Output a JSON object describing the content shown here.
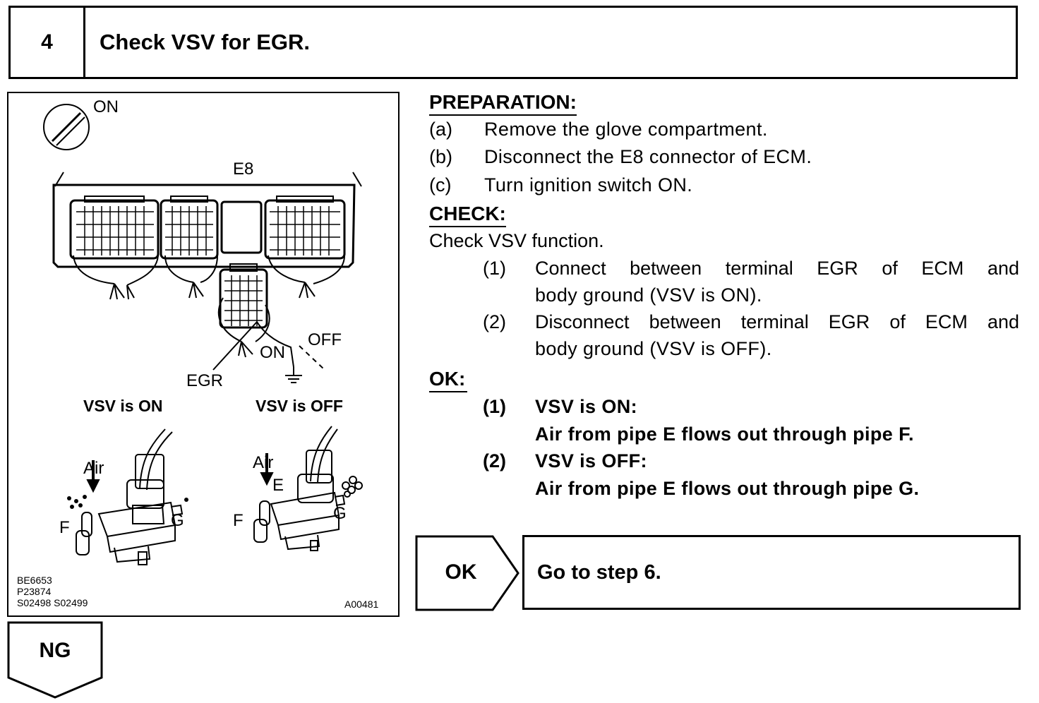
{
  "step": {
    "number": "4",
    "title": "Check VSV for EGR."
  },
  "figure": {
    "ignition_label": "ON",
    "connector_label": "E8",
    "ground_on_label": "ON",
    "ground_off_label": "OFF",
    "terminal_label": "EGR",
    "vsv_on_title": "VSV is ON",
    "vsv_off_title": "VSV is OFF",
    "air_label_left": "Air",
    "air_label_right": "Air",
    "pipe_e_label": "E",
    "pipe_f_left": "F",
    "pipe_g_left": "G",
    "pipe_f_right": "F",
    "pipe_g_right": "G",
    "codes": [
      "BE6653",
      "P23874",
      "S02498 S02499"
    ],
    "figure_id": "A00481"
  },
  "preparation": {
    "heading": "PREPARATION:",
    "items": [
      {
        "marker": "(a)",
        "text": "Remove the glove compartment."
      },
      {
        "marker": "(b)",
        "text": "Disconnect the E8 connector of ECM."
      },
      {
        "marker": "(c)",
        "text": "Turn ignition switch ON."
      }
    ]
  },
  "check": {
    "heading": "CHECK:",
    "intro": "Check VSV function.",
    "items": [
      {
        "marker": "(1)",
        "line1": [
          "Connect",
          "between",
          "terminal",
          "EGR",
          "of",
          "ECM",
          "and"
        ],
        "line2": "body ground (VSV is ON)."
      },
      {
        "marker": "(2)",
        "line1": [
          "Disconnect",
          "between",
          "terminal",
          "EGR",
          "of",
          "ECM",
          "and"
        ],
        "line2": "body ground (VSV is OFF)."
      }
    ]
  },
  "ok": {
    "heading": "OK:",
    "items": [
      {
        "marker": "(1)",
        "line1": "VSV is ON:",
        "line2": "Air from pipe E flows out through pipe F."
      },
      {
        "marker": "(2)",
        "line1": "VSV is OFF:",
        "line2": "Air from pipe E flows out through pipe G."
      }
    ]
  },
  "ok_result": {
    "label": "OK",
    "text": "Go to step 6."
  },
  "ng_result": {
    "label": "NG"
  }
}
